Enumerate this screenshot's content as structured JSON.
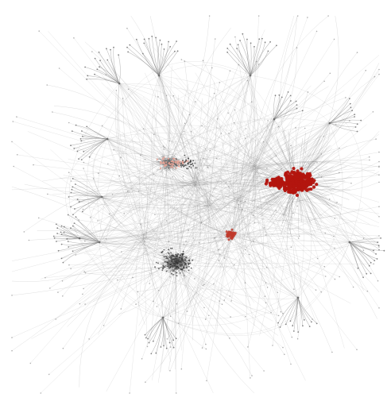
{
  "graph": {
    "type": "force-directed network",
    "background_color": "#ffffff",
    "edge_color": "#9a9a9a",
    "node_color": "#555555",
    "highlight_node_color": "#b3150f",
    "highlight_light_color": "#e7a497",
    "highlighted_clusters": [
      "right-dense-cluster",
      "center-small-cluster",
      "upper-left-cluster"
    ],
    "text_labels_visible": false
  }
}
